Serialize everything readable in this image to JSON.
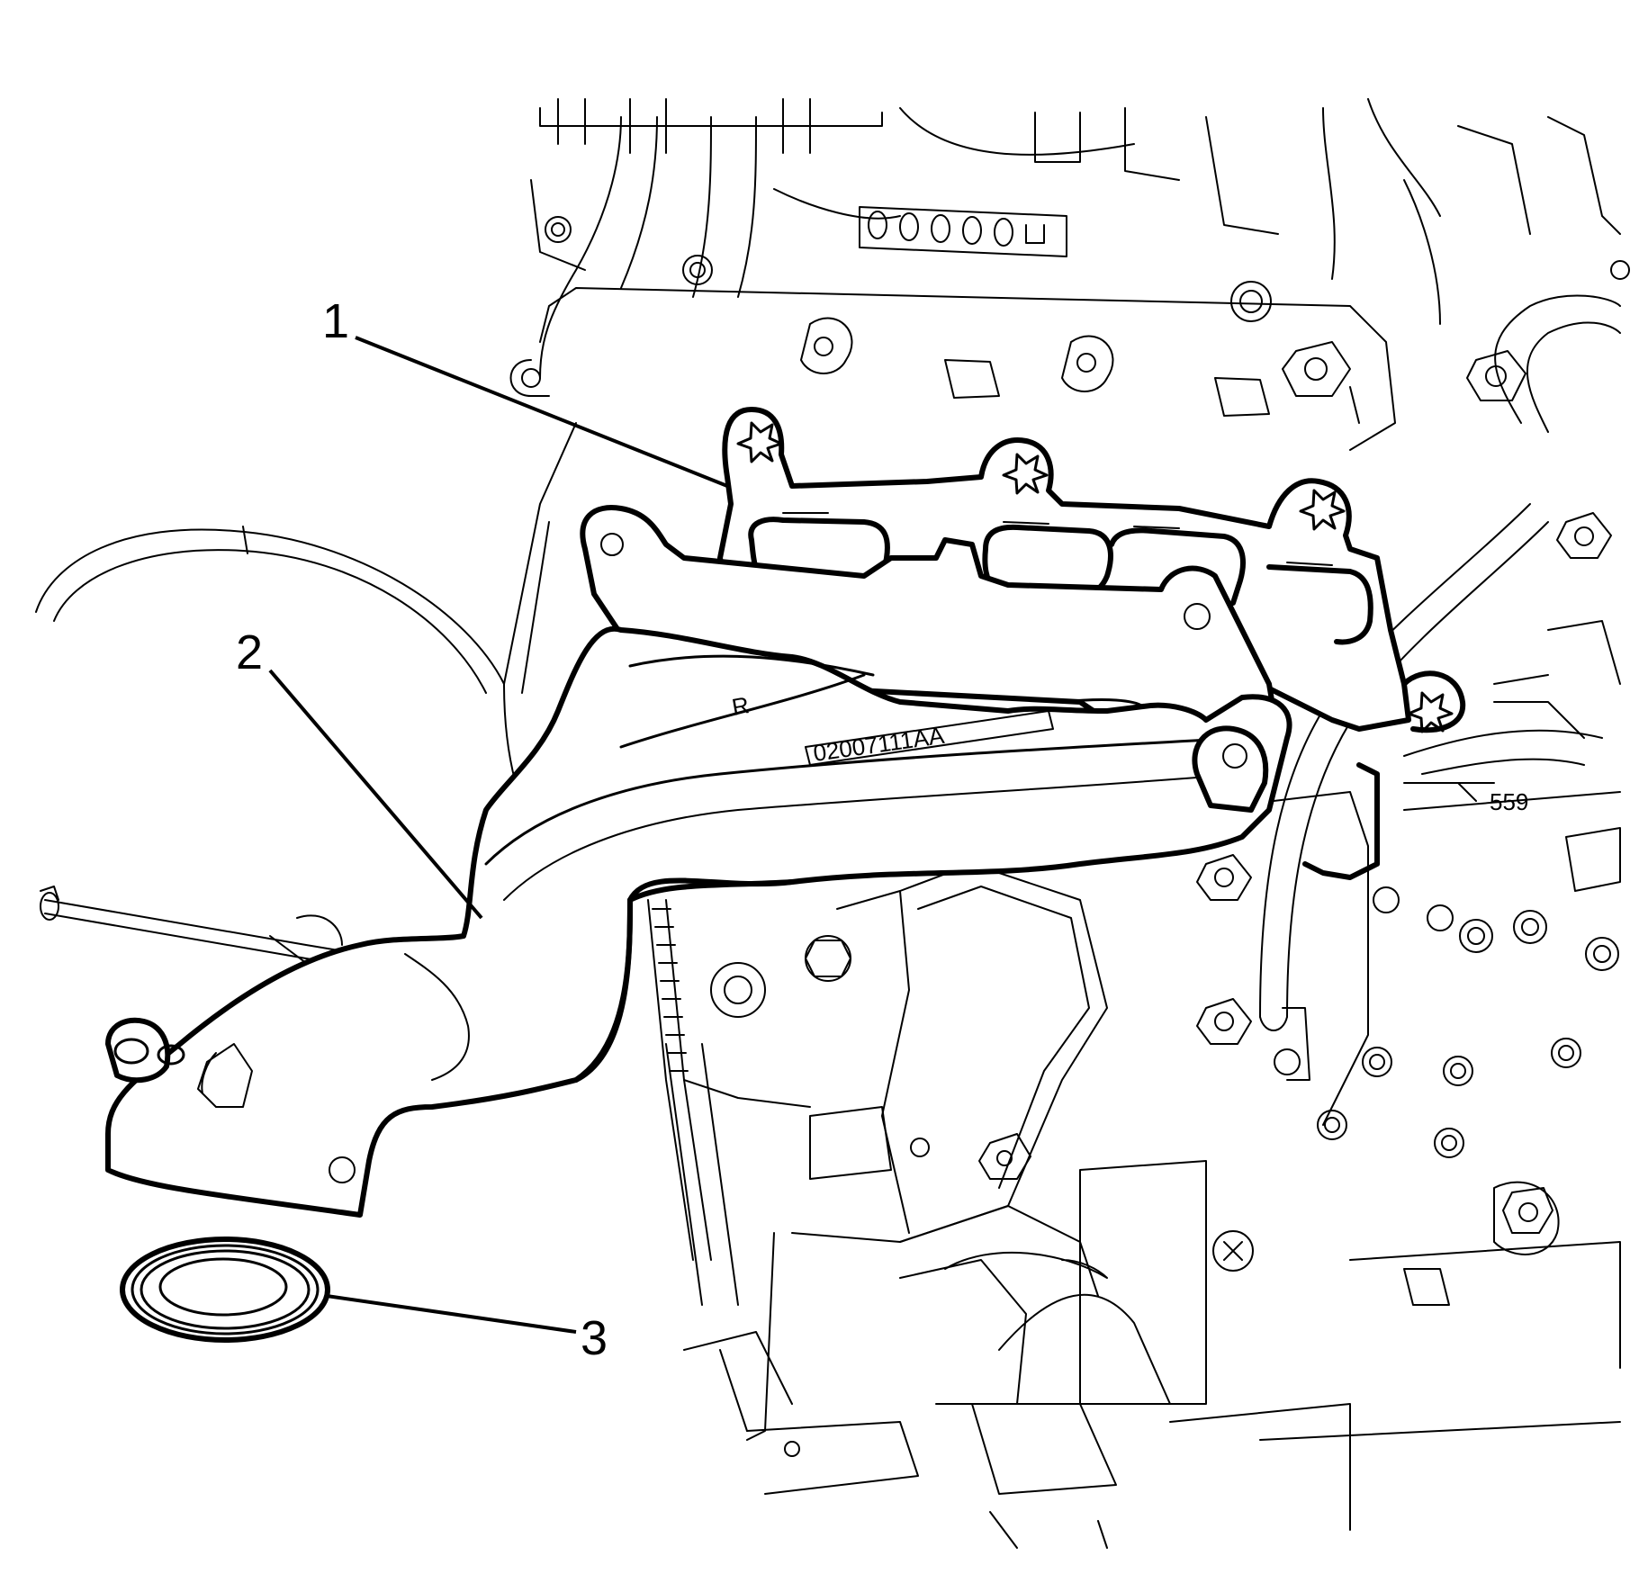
{
  "diagram": {
    "callouts": [
      {
        "label": "1",
        "part": "exhaust-manifold-gasket"
      },
      {
        "label": "2",
        "part": "exhaust-manifold"
      },
      {
        "label": "3",
        "part": "seal-ring"
      }
    ],
    "part_markings": {
      "manifold_number": "02007111AA",
      "block_number": "559",
      "manifold_letter": "R"
    }
  }
}
